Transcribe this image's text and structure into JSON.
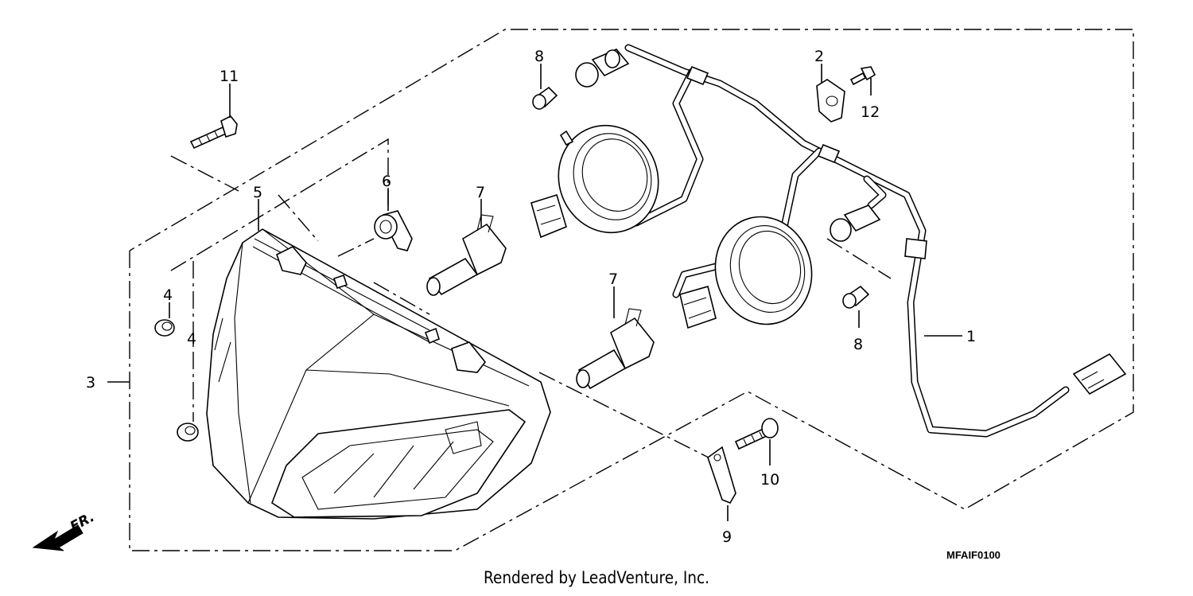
{
  "callouts": {
    "c1": "1",
    "c2": "2",
    "c3": "3",
    "c4a": "4",
    "c4b": "4",
    "c5": "5",
    "c6": "6",
    "c7a": "7",
    "c7b": "7",
    "c8a": "8",
    "c8b": "8",
    "c9": "9",
    "c10": "10",
    "c11": "11",
    "c12": "12"
  },
  "direction_label": "FR.",
  "diagram_code": "MFAIF0100",
  "footer": "Rendered by LeadVenture, Inc."
}
